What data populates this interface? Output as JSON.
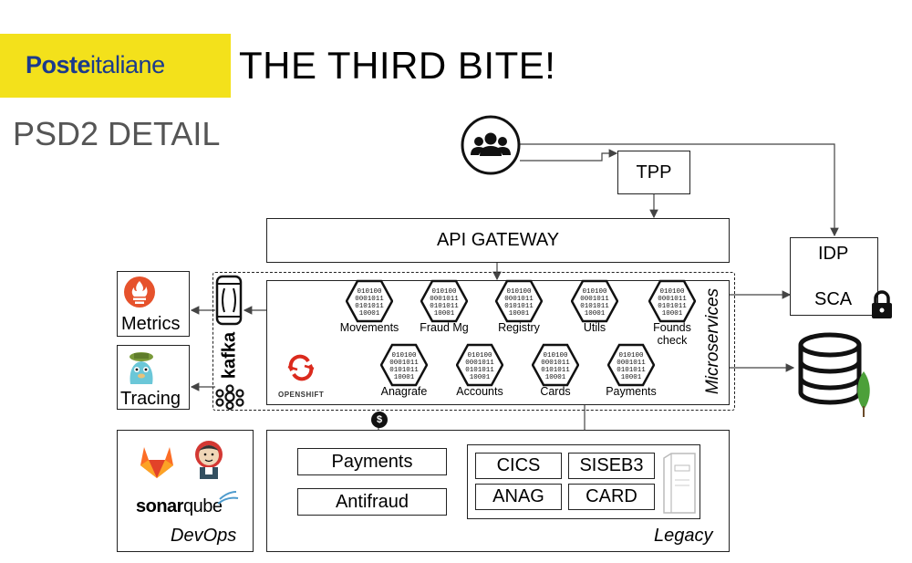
{
  "header": {
    "logo_bold": "Poste",
    "logo_light": "italiane",
    "title": "THE THIRD BITE!",
    "subtitle": "PSD2 DETAIL"
  },
  "nodes": {
    "tpp": "TPP",
    "api_gateway": "API GATEWAY",
    "idp": "IDP",
    "sca": "SCA",
    "metrics": "Metrics",
    "tracing": "Tracing",
    "kafka": "kafka",
    "openshift": "OPENSHIFT",
    "microservices": "Microservices",
    "devops": "DevOps",
    "sonarqube_bold": "sonar",
    "sonarqube_light": "qube",
    "legacy": "Legacy",
    "payments": "Payments",
    "antifraud": "Antifraud",
    "cics": "CICS",
    "siseb3": "SISEB3",
    "anag": "ANAG",
    "card": "CARD",
    "dollar": "$"
  },
  "microservices_row1": [
    "Movements",
    "Fraud Mg",
    "Registry",
    "Utils",
    "Founds check"
  ],
  "microservices_row2": [
    "Anagrafe",
    "Accounts",
    "Cards",
    "Payments"
  ],
  "icons": {
    "users": "users-group-icon",
    "lock": "lock-icon",
    "database": "database-icon",
    "mongodb": "mongodb-leaf-icon",
    "prometheus": "prometheus-icon",
    "jaeger": "jaeger-icon",
    "gitlab": "gitlab-icon",
    "jenkins": "jenkins-icon",
    "openshift": "openshift-logo-icon",
    "kafka": "kafka-logo-icon",
    "microservice": "microservice-hexagon-icon",
    "mainframe": "mainframe-server-icon"
  },
  "colors": {
    "logo_bg": "#f3e11b",
    "logo_text": "#1b3a8c",
    "openshift_red": "#db2a1d",
    "prometheus_orange": "#e6522c",
    "gitlab_orange": "#fc6d26",
    "mongodb_green": "#4ca03a"
  }
}
